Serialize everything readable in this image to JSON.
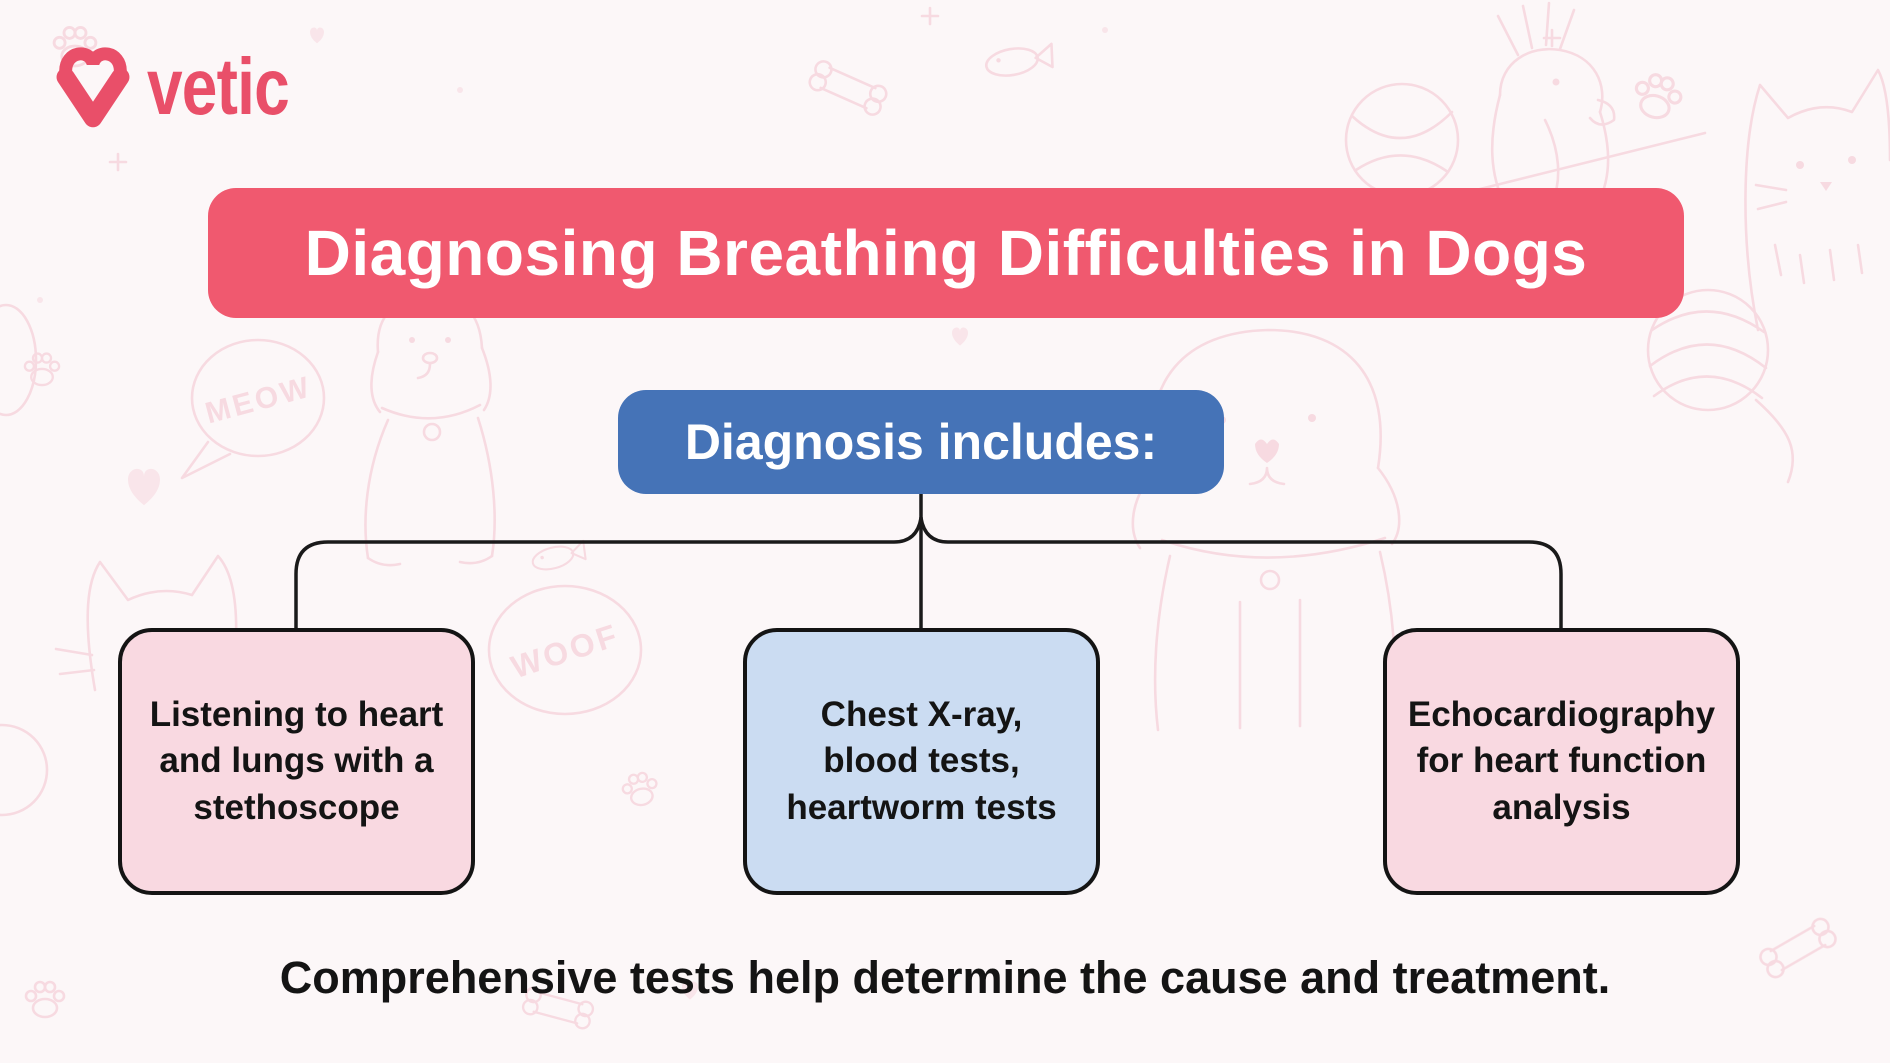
{
  "brand": {
    "logo_text": "vetic"
  },
  "header": {
    "title": "Diagnosing Breathing Difficulties in Dogs"
  },
  "diagram": {
    "root_label": "Diagnosis includes:",
    "nodes": [
      {
        "label": "Listening to heart\nand lungs with a\nstethoscope",
        "color": "#F9D9E1"
      },
      {
        "label": "Chest X-ray,\nblood tests,\nheartworm tests",
        "color": "#CBDCF2"
      },
      {
        "label": "Echocardiography\nfor heart function\nanalysis",
        "color": "#F9D9E1"
      }
    ]
  },
  "footer": {
    "note": "Comprehensive tests help determine the cause and treatment."
  },
  "doodles": {
    "meow": "MEOW",
    "woof": "WOOF"
  },
  "colors": {
    "background": "#FCF7F8",
    "banner": "#F0596F",
    "root_node": "#4573B7",
    "brand_pink": "#E94F69",
    "connector_line": "#1A1A1A",
    "node_border": "#141414",
    "doodle_pink": "#F4CBD4"
  }
}
